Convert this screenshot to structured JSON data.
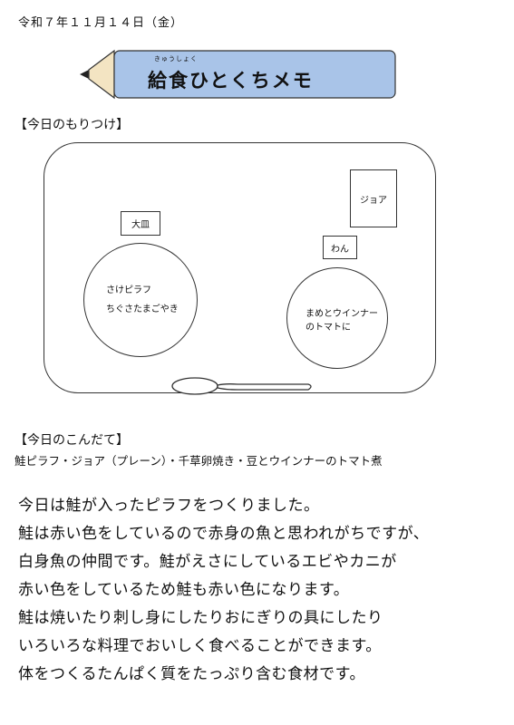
{
  "date": "令和７年１１月１４日（金）",
  "banner": {
    "title": "給食ひとくちメモ",
    "ruby": "きゅうしょく"
  },
  "sections": {
    "layout_title": "【今日のもりつけ】",
    "menu_title": "【今日のこんだて】"
  },
  "layout": {
    "joa_label": "ジョア",
    "oosara_label": "大皿",
    "wan_label": "わん",
    "big_plate_lines": [
      "さけピラフ",
      "ちぐさたまごやき"
    ],
    "bowl_lines": [
      "まめとウインナー",
      "のトマトに"
    ]
  },
  "menu": "鮭ピラフ・ジョア（プレーン）・千草卵焼き・豆とウインナーのトマト煮",
  "body_lines": [
    "今日は鮭が入ったピラフをつくりました。",
    "鮭は赤い色をしているので赤身の魚と思われがちですが、",
    "白身魚の仲間です。鮭がえさにしているエビやカニが",
    "赤い色をしているため鮭も赤い色になります。",
    "鮭は焼いたり刺し身にしたりおにぎりの具にしたり",
    "いろいろな料理でおいしく食べることができます。",
    "体をつくるたんぱく質をたっぷり含む食材です。"
  ],
  "colors": {
    "pencil_body": "#a9c4e8",
    "pencil_tip": "#f3e4c2",
    "lead": "#222222"
  }
}
